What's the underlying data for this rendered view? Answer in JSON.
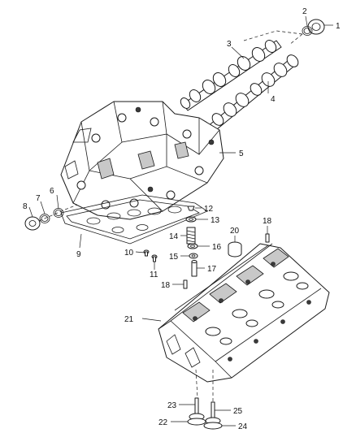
{
  "diagram": {
    "callouts": [
      "1",
      "2",
      "3",
      "4",
      "5",
      "6",
      "7",
      "8",
      "9",
      "10",
      "11",
      "12",
      "13",
      "14",
      "15",
      "16",
      "17",
      "18",
      "18",
      "20",
      "21",
      "22",
      "23",
      "24",
      "25"
    ]
  }
}
